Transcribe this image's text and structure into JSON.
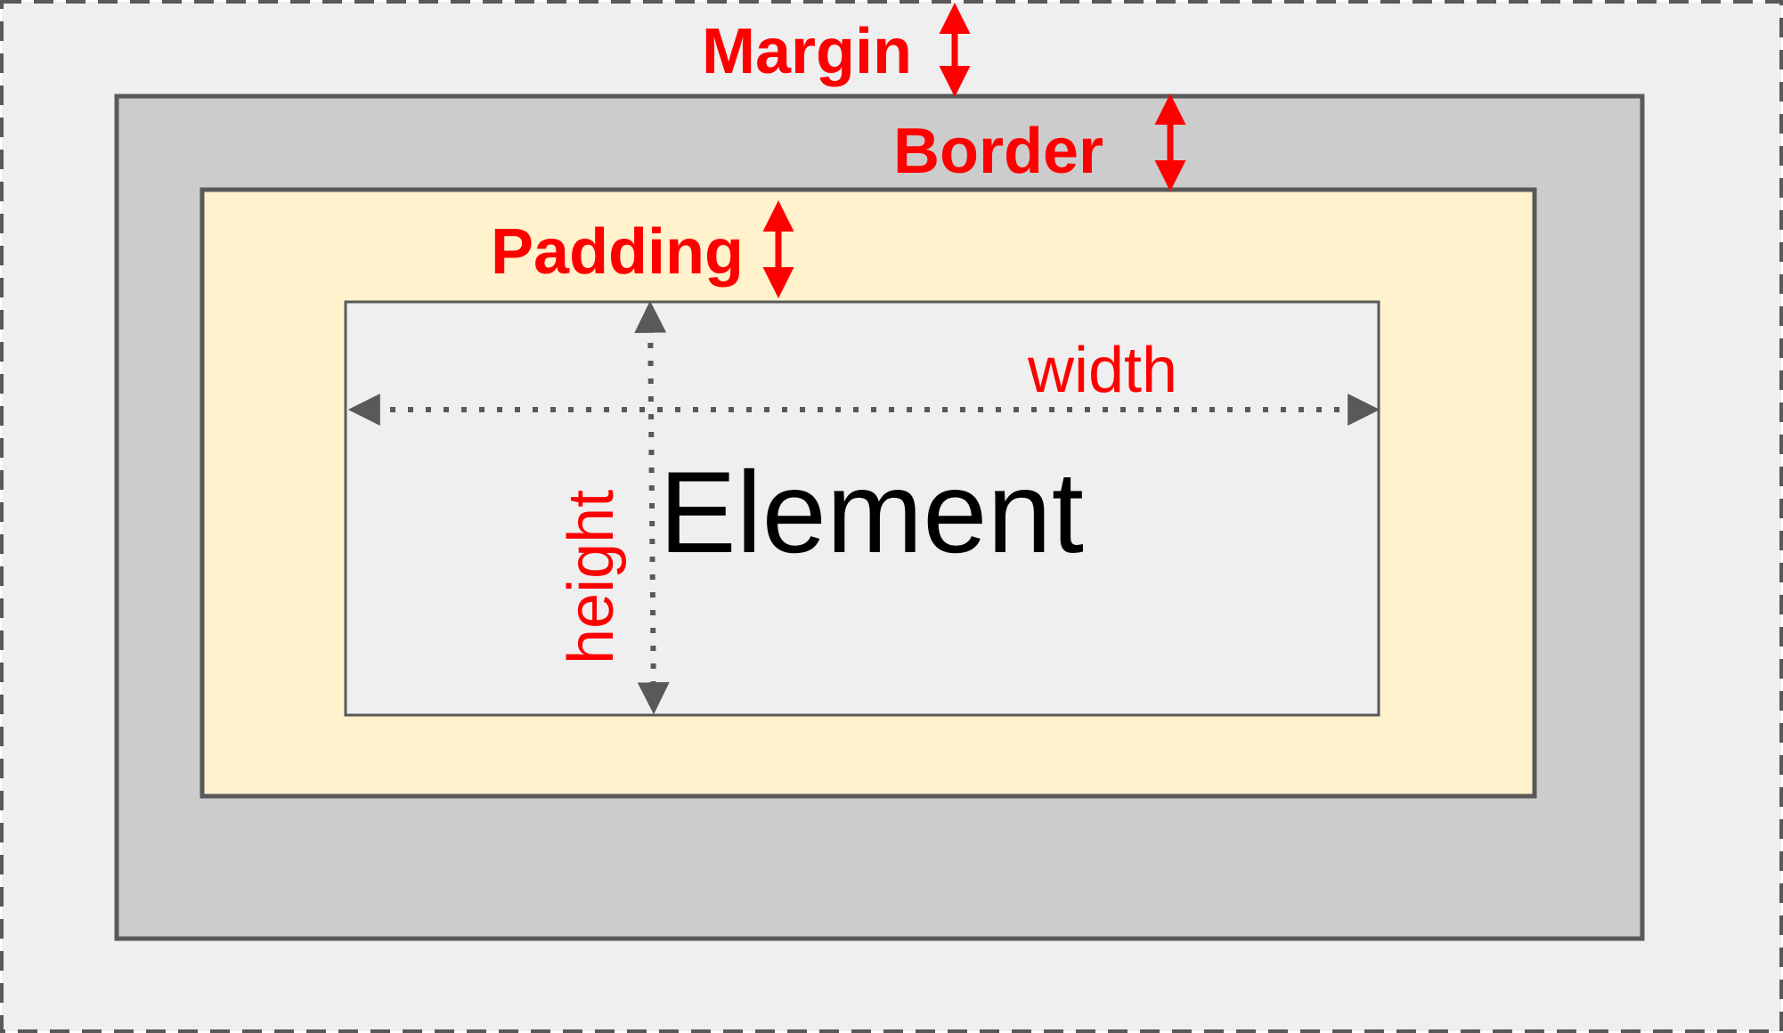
{
  "labels": {
    "margin": "Margin",
    "border": "Border",
    "padding": "Padding",
    "width": "width",
    "height": "height",
    "element": "Element"
  },
  "colors": {
    "margin_area": "#efefef",
    "border_area": "#cccccc",
    "padding_area": "#fff2cc",
    "content_area": "#efefef",
    "outline": "#595959",
    "label_red": "#ff0000",
    "dimension_gray": "#595959",
    "element_text": "#000000"
  }
}
